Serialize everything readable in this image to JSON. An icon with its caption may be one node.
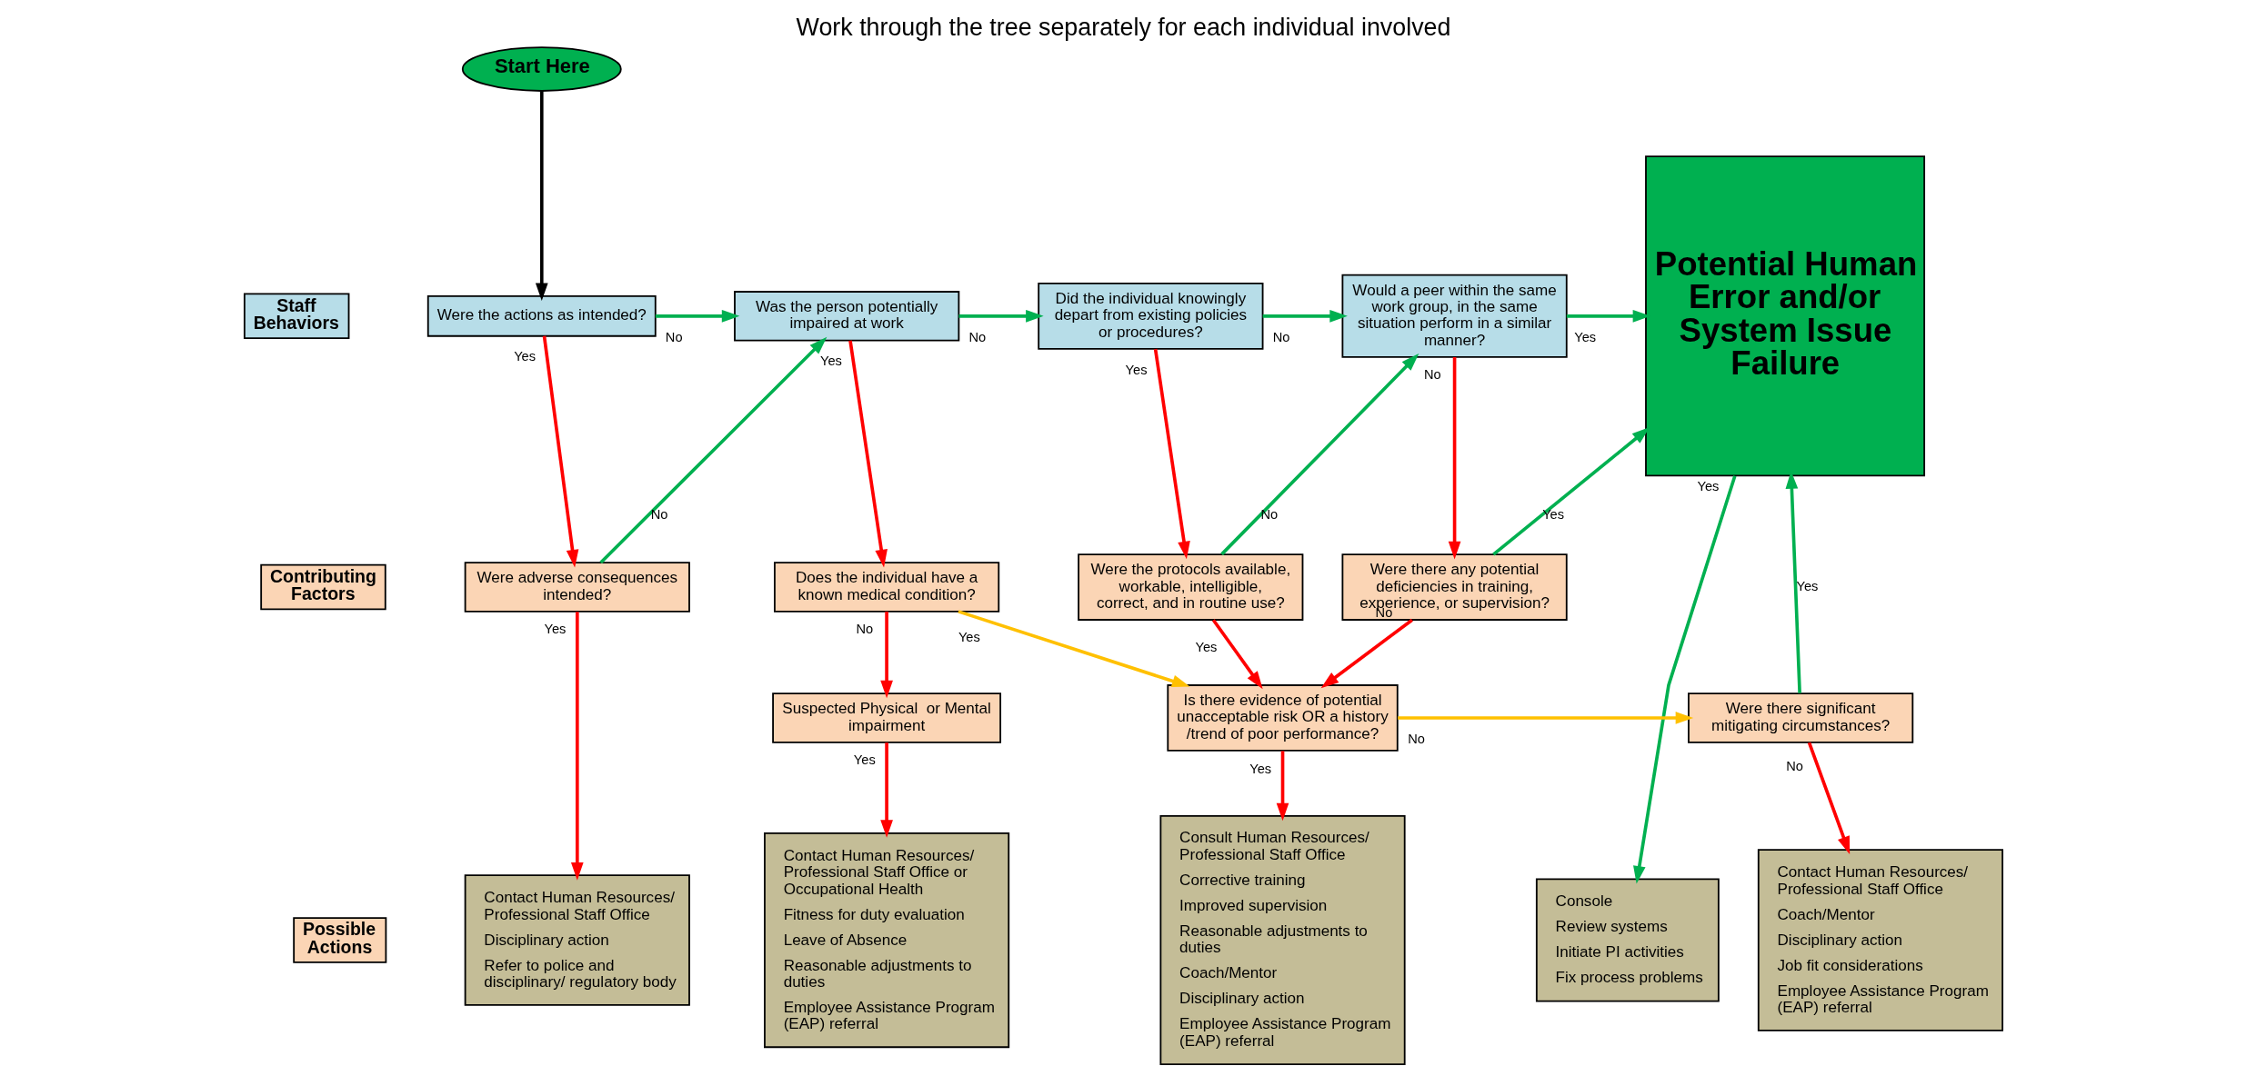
{
  "diagram": {
    "title": "Work through the tree separately for each individual involved",
    "nodes": [
      {
        "text": [
          "Start Here"
        ]
      },
      {
        "text": [
          "Staff Behaviors"
        ]
      },
      {
        "text": [
          "Contributing Factors"
        ]
      },
      {
        "text": [
          "Possible Actions"
        ]
      },
      {
        "text": [
          "Were the actions as intended?"
        ]
      },
      {
        "text": [
          "Was the person potentially impaired at work"
        ]
      },
      {
        "text": [
          "Did the individual knowingly depart from existing policies or procedures?"
        ]
      },
      {
        "text": [
          "Would a peer within the same work group, in the same situation perform in a similar manner?"
        ]
      },
      {
        "text": [
          "Potential Human Error and/or System Issue Failure"
        ]
      },
      {
        "text": [
          "Were adverse consequences intended?"
        ]
      },
      {
        "text": [
          "Does the individual have a known medical condition?"
        ]
      },
      {
        "text": [
          "Were the protocols available, workable, intelligible, correct, and in routine use?"
        ]
      },
      {
        "text": [
          "Were there any potential deficiencies in training, experience, or supervision?"
        ]
      },
      {
        "text": [
          "Suspected Physical  or Mental impairment"
        ]
      },
      {
        "text": [
          "Is there evidence of potential unacceptable risk OR a history /trend of poor performance?"
        ]
      },
      {
        "text": [
          "Were there significant mitigating circumstances?"
        ]
      },
      {
        "text": [
          "Contact Human Resources/ Professional Staff Office",
          "Disciplinary action",
          "Refer to police and disciplinary/ regulatory body"
        ]
      },
      {
        "text": [
          "Contact Human Resources/ Professional Staff Office or Occupational Health",
          "Fitness for duty evaluation",
          "Leave of Absence",
          "Reasonable adjustments to duties",
          "Employee Assistance Program (EAP) referral"
        ]
      },
      {
        "text": [
          "Consult Human Resources/ Professional Staff Office",
          "Corrective training",
          "Improved supervision",
          "Reasonable adjustments to duties",
          "Coach/Mentor",
          "Disciplinary action",
          "Employee Assistance Program (EAP) referral"
        ]
      },
      {
        "text": [
          "Contact Human Resources/ Professional Staff Office",
          "Coach/Mentor",
          "Disciplinary action",
          "Job fit considerations",
          "Employee Assistance Program (EAP) referral"
        ]
      },
      {
        "text": [
          "Console",
          "Review systems",
          "Initiate PI activities",
          "Fix process problems"
        ]
      }
    ],
    "edges": [
      {
        "from": 0,
        "to": 4,
        "arrow": "to",
        "color": "#000000"
      },
      {
        "from": 4,
        "to": 5,
        "arrow": "to",
        "label": "No",
        "color": "#00b050"
      },
      {
        "from": 4,
        "to": 9,
        "arrow": "to",
        "label": "Yes"
      },
      {
        "from": 5,
        "to": 6,
        "arrow": "to",
        "label": "No",
        "color": "#00b050"
      },
      {
        "from": 5,
        "to": 10,
        "arrow": "to",
        "label": "Yes"
      },
      {
        "from": 6,
        "to": 7,
        "arrow": "to",
        "label": "No",
        "color": "#00b050"
      },
      {
        "from": 6,
        "to": 11,
        "arrow": "to",
        "label": "Yes"
      },
      {
        "from": 7,
        "to": 8,
        "arrow": "to",
        "label": "Yes",
        "color": "#00b050"
      },
      {
        "from": 7,
        "to": 12,
        "arrow": "to",
        "label": "No"
      },
      {
        "from": 8,
        "to": 20,
        "arrow": "to",
        "label": "Yes",
        "color": "#00b050"
      },
      {
        "from": 9,
        "to": 5,
        "arrow": "to",
        "label": "No",
        "color": "#00b050"
      },
      {
        "from": 9,
        "to": 16,
        "arrow": "to",
        "label": "Yes"
      },
      {
        "from": 10,
        "to": 14,
        "arrow": "to",
        "label": "Yes",
        "color": "#ffc000"
      },
      {
        "from": 10,
        "to": 13,
        "arrow": "to",
        "label": "No"
      },
      {
        "from": 11,
        "to": 7,
        "arrow": "to",
        "label": "No",
        "color": "#00b050"
      },
      {
        "from": 11,
        "to": 14,
        "arrow": "to",
        "label": "Yes"
      },
      {
        "from": 12,
        "to": 14,
        "arrow": "to",
        "label": "No"
      },
      {
        "from": 12,
        "to": 8,
        "arrow": "to",
        "label": "Yes",
        "color": "#00b050"
      },
      {
        "from": 13,
        "to": 17,
        "arrow": "to",
        "label": "Yes"
      },
      {
        "from": 14,
        "to": 15,
        "arrow": "to",
        "label": "No",
        "color": "#ffc000"
      },
      {
        "from": 14,
        "to": 18,
        "arrow": "to",
        "label": "Yes"
      },
      {
        "from": 15,
        "to": 8,
        "arrow": "to",
        "label": "Yes",
        "color": "#00b050"
      },
      {
        "from": 15,
        "to": 19,
        "arrow": "to",
        "label": "No"
      }
    ]
  }
}
